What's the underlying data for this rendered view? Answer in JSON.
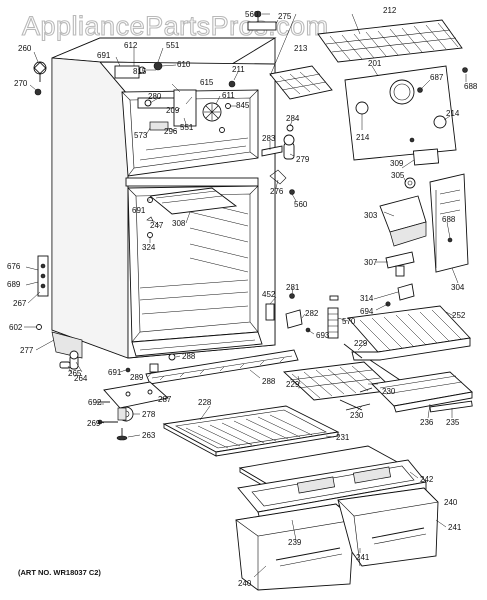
{
  "watermark": "AppliancePartsPros.com",
  "art_number": "(ART NO. WR18037 C2)",
  "part_numbers": {
    "p212": "212",
    "p560a": "560",
    "p275": "275",
    "p260": "260",
    "p691a": "691",
    "p612": "612",
    "p551a": "551",
    "p815": "815",
    "p610": "610",
    "p213": "213",
    "p201": "201",
    "p687": "687",
    "p688a": "688",
    "p270": "270",
    "p211": "211",
    "p280": "280",
    "p615": "615",
    "p209": "209",
    "p611": "611",
    "p845": "845",
    "p573": "573",
    "p296": "296",
    "p551b": "551",
    "p284": "284",
    "p214a": "214",
    "p214b": "214",
    "p283": "283",
    "p279": "279",
    "p309": "309",
    "p305": "305",
    "p276": "276",
    "p560b": "560",
    "p691b": "691",
    "p247": "247",
    "p308": "308",
    "p303": "303",
    "p688b": "688",
    "p324": "324",
    "p307": "307",
    "p304": "304",
    "p676": "676",
    "p689": "689",
    "p267": "267",
    "p281": "281",
    "p452": "452",
    "p314": "314",
    "p282": "282",
    "p570": "570",
    "p694": "694",
    "p252": "252",
    "p602": "602",
    "p693": "693",
    "p277": "277",
    "p229a": "229",
    "p264": "264",
    "p265": "265",
    "p288a": "288",
    "p691c": "691",
    "p289": "289",
    "p288b": "288",
    "p229b": "229",
    "p230a": "230",
    "p692": "692",
    "p287": "287",
    "p278": "278",
    "p230b": "230",
    "p236": "236",
    "p235": "235",
    "p228": "228",
    "p269": "269",
    "p263": "263",
    "p231": "231",
    "p242": "242",
    "p240a": "240",
    "p239": "239",
    "p241a": "241",
    "p241b": "241",
    "p240b": "240"
  }
}
